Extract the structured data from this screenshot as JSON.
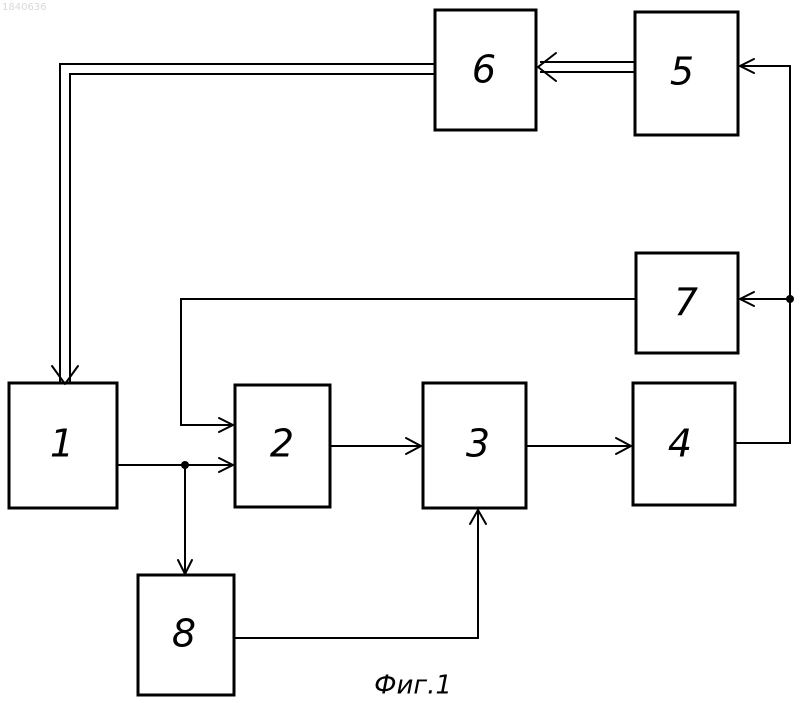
{
  "doc_id": "1840636",
  "blocks": {
    "b1": "1",
    "b2": "2",
    "b3": "3",
    "b4": "4",
    "b5": "5",
    "b6": "6",
    "b7": "7",
    "b8": "8"
  },
  "caption": "Фиг.1"
}
